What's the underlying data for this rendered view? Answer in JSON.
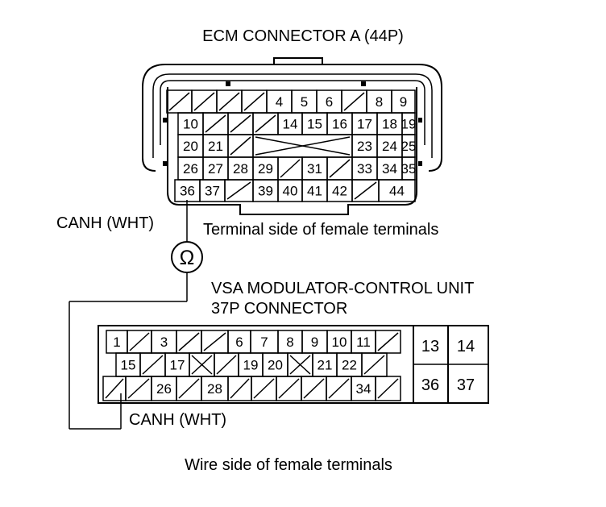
{
  "ecm": {
    "title": "ECM CONNECTOR A (44P)",
    "side_label": "Terminal side of female terminals",
    "rows": [
      [
        "/",
        "/",
        "/",
        "/",
        "4",
        "5",
        "6",
        "/",
        "8",
        "9"
      ],
      [
        "10",
        "/",
        "/",
        "/",
        "14",
        "15",
        "16",
        "17",
        "18",
        "19"
      ],
      [
        "20",
        "21",
        "/",
        "X",
        "X",
        "X",
        "X",
        "23",
        "24",
        "25"
      ],
      [
        "26",
        "27",
        "28",
        "29",
        "/",
        "31",
        "/",
        "33",
        "34",
        "35"
      ],
      [
        "36",
        "37",
        "/",
        "39",
        "40",
        "41",
        "42",
        "/",
        "44"
      ]
    ]
  },
  "wire": {
    "label_top": "CANH (WHT)",
    "label_bottom": "CANH (WHT)",
    "meter_symbol": "Ω"
  },
  "vsa": {
    "title_line1": "VSA MODULATOR-CONTROL UNIT",
    "title_line2": "37P CONNECTOR",
    "side_label": "Wire side of female terminals",
    "row1": [
      "1",
      "/",
      "3",
      "/",
      "/",
      "6",
      "7",
      "8",
      "9",
      "10",
      "11",
      "/"
    ],
    "row2": [
      "15",
      "/",
      "17",
      "X",
      "/",
      "19",
      "20",
      "X",
      "21",
      "22",
      "/"
    ],
    "row3": [
      "/",
      "/",
      "26",
      "/",
      "28",
      "/",
      "/",
      "/",
      "/",
      "/",
      "34",
      "/"
    ],
    "side_pins": [
      "13",
      "14",
      "36",
      "37"
    ]
  }
}
